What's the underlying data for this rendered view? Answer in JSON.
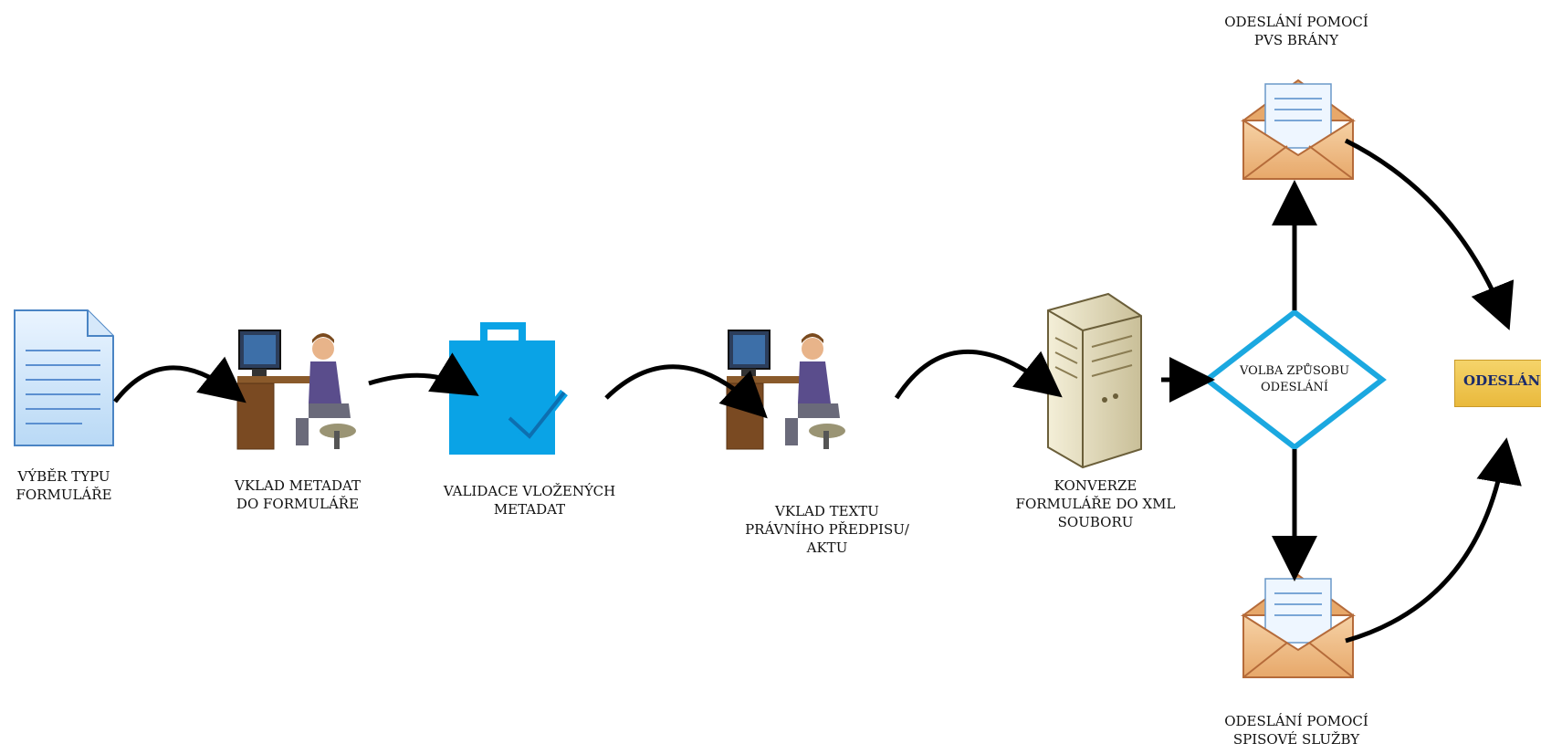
{
  "steps": [
    {
      "id": "s1",
      "lines": [
        "VÝBĚR TYPU",
        "FORMULÁŘE"
      ]
    },
    {
      "id": "s2",
      "lines": [
        "VKLAD METADAT",
        "DO FORMULÁŘE"
      ]
    },
    {
      "id": "s3",
      "lines": [
        "VALIDACE VLOŽENÝCH",
        "METADAT"
      ]
    },
    {
      "id": "s4",
      "lines": [
        "VKLAD TEXTU",
        "PRÁVNÍHO PŘEDPISU/",
        "AKTU"
      ]
    },
    {
      "id": "s5",
      "lines": [
        "KONVERZE",
        "FORMULÁŘE DO XML",
        "SOUBORU"
      ]
    }
  ],
  "decision": {
    "lines": [
      "VOLBA ZPŮSOBU",
      "ODESLÁNÍ"
    ],
    "color": "#1ba8e0"
  },
  "branches": {
    "top": {
      "lines": [
        "ODESLÁNÍ POMOCÍ",
        "PVS BRÁNY"
      ]
    },
    "bottom": {
      "lines": [
        "ODESLÁNÍ POMOCÍ",
        "SPISOVÉ SLUŽBY"
      ]
    }
  },
  "final": {
    "label": "ODESLÁNÍ"
  },
  "icons": {
    "s1": "document-icon",
    "s2": "person-at-computer-icon",
    "s3": "bag-checkmark-icon",
    "s4": "person-at-computer-icon",
    "s5": "server-icon",
    "top": "envelope-letter-icon",
    "bottom": "envelope-letter-icon"
  },
  "colors": {
    "bag": "#0aa3e6",
    "arrow": "#000000"
  }
}
